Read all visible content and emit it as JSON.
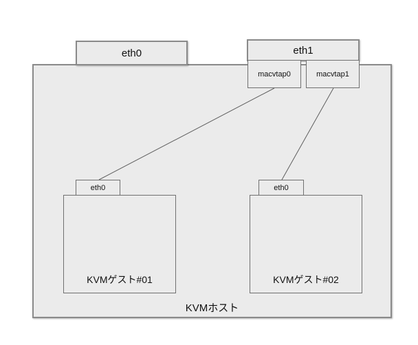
{
  "diagram": {
    "host": {
      "label": "KVMホスト"
    },
    "host_nics": [
      {
        "label": "eth0"
      },
      {
        "label": "eth1"
      }
    ],
    "macvtaps": [
      {
        "label": "macvtap0"
      },
      {
        "label": "macvtap1"
      }
    ],
    "guests": [
      {
        "label": "KVMゲスト#01",
        "nic_label": "eth0"
      },
      {
        "label": "KVMゲスト#02",
        "nic_label": "eth0"
      }
    ],
    "connections": [
      {
        "from": "macvtap0",
        "to": "KVMゲスト#01 eth0"
      },
      {
        "from": "macvtap1",
        "to": "KVMゲスト#02 eth0"
      }
    ],
    "colors": {
      "box_fill": "#ebebeb",
      "box_border_strong": "#8a8a8a",
      "box_border_thin": "#707070",
      "connector": "#5e5e5e",
      "text": "#111111",
      "background": "#ffffff"
    }
  }
}
